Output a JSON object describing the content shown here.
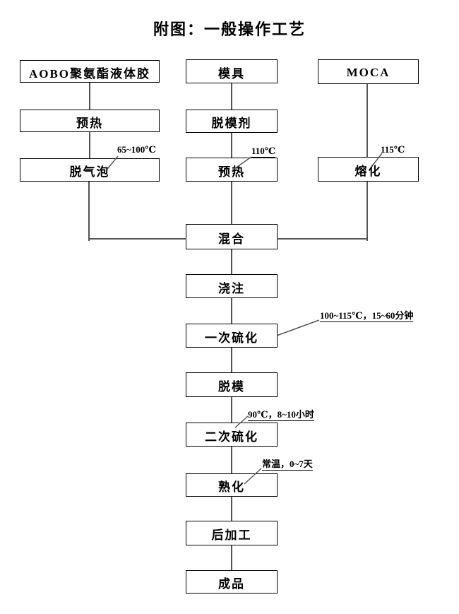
{
  "title": "附图：一般操作工艺",
  "nodes": {
    "aobo": "AOBO聚氨酯液体胶",
    "preheat1": "预热",
    "degas": "脱气泡",
    "mold": "模具",
    "release_agent": "脱模剂",
    "preheat2": "预热",
    "moca": "MOCA",
    "melt": "熔化",
    "mix": "混合",
    "pour": "浇注",
    "primary_cure": "一次硫化",
    "demold": "脱模",
    "secondary_cure": "二次硫化",
    "mature": "熟化",
    "post_process": "后加工",
    "product": "成品"
  },
  "annotations": {
    "degas_temp": "65~100℃",
    "preheat2_temp": "110℃",
    "melt_temp": "115℃",
    "primary_cure_cond": "100~115℃，15~60分钟",
    "secondary_cure_cond": "90℃，8~10小时",
    "mature_cond": "常温，0~7天"
  },
  "colors": {
    "background": "#ffffff",
    "box_border": "#000000",
    "text": "#000000",
    "connector": "#555555"
  }
}
